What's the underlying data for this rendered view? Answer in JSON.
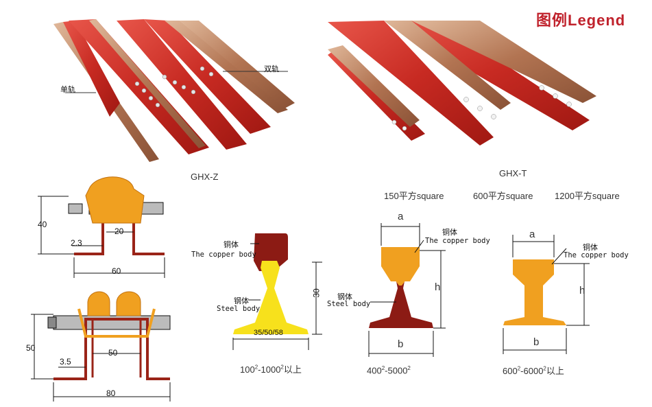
{
  "legend": {
    "title": "图例Legend"
  },
  "photos": {
    "ghx_z": {
      "caption": "GHX-Z",
      "single_rail": "单轨",
      "double_rail": "双轨"
    },
    "ghx_t": {
      "caption": "GHX-T"
    }
  },
  "sizes": {
    "s150": "150平方square",
    "s600": "600平方square",
    "s1200": "1200平方square"
  },
  "zdrawing": {
    "single": {
      "d40": "40",
      "d20": "20",
      "d23": "2.3",
      "d60": "60"
    },
    "double": {
      "d50v": "50",
      "d35": "3.5",
      "d50": "50",
      "d80": "80"
    }
  },
  "profile1": {
    "copper_cn": "铜体",
    "copper_en": "The copper body",
    "steel_cn": "钢体",
    "steel_en": "Steel body",
    "height": "30",
    "base": "35/50/58",
    "range_base1": "100",
    "range_sep": "-",
    "range_base2": "1000",
    "range_exp": "2",
    "range_suffix": "以上"
  },
  "profile2": {
    "a": "a",
    "h": "h",
    "b": "b",
    "copper_cn": "铜体",
    "copper_en": "The copper body",
    "steel_cn": "钢体",
    "steel_en": "Steel body",
    "range_base1": "400",
    "range_sep": "-",
    "range_base2": "5000",
    "range_exp": "2"
  },
  "profile3": {
    "a": "a",
    "h": "h",
    "b": "b",
    "copper_cn": "铜体",
    "copper_en": "The copper body",
    "range_base1": "600",
    "range_sep": "-",
    "range_base2": "6000",
    "range_exp": "2",
    "range_suffix": "以上"
  },
  "colors": {
    "red_rail": "#d23a2e",
    "copper": "#b5785a",
    "orange": "#f0a020",
    "dark_red": "#8c1b14",
    "yellow": "#f7e11c",
    "legend_red": "#c0222c"
  }
}
